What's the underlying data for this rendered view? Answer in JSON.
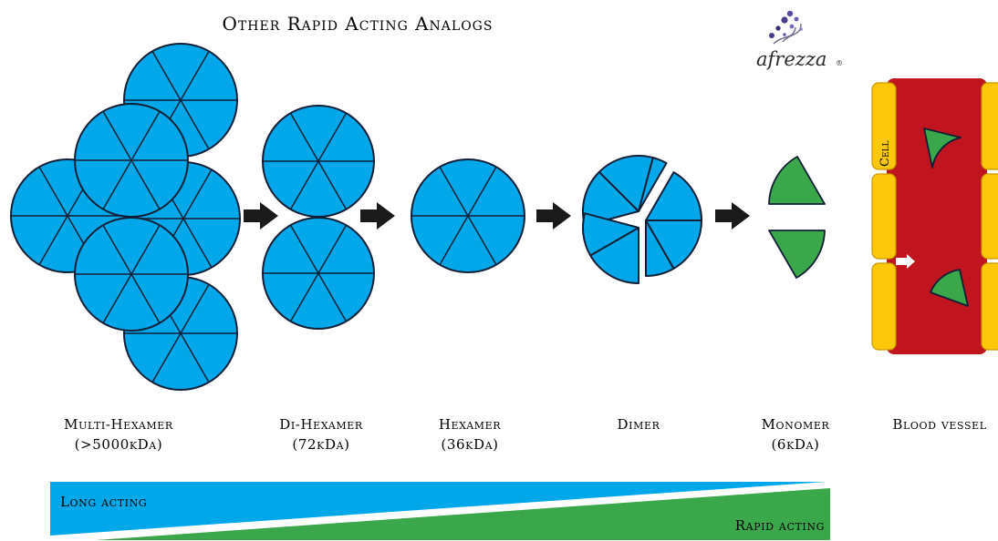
{
  "title": "Other Rapid Acting Analogs",
  "logo": {
    "text": "afrezza",
    "mark": "®"
  },
  "stages": [
    {
      "name": "Multi-Hexamer",
      "size": "(>5000kDa)"
    },
    {
      "name": "Di-Hexamer",
      "size": "(72kDa)"
    },
    {
      "name": "Hexamer",
      "size": "(36kDa)"
    },
    {
      "name": "Dimer",
      "size": ""
    },
    {
      "name": "Monomer",
      "size": "(6kDa)"
    },
    {
      "name": "Blood vessel",
      "size": ""
    }
  ],
  "vessel": {
    "cell_label": "Cell"
  },
  "scale_bar": {
    "top_label": "Long acting",
    "bottom_label": "Rapid acting",
    "colors": {
      "top": "#00a7e9",
      "bottom": "#3aa84a"
    }
  },
  "colors": {
    "hexamer": "#00a7e9",
    "monomer": "#3aa84a",
    "vessel": "#c0151f",
    "cell": "#fdc80c",
    "arrow": "#1a1a1a"
  },
  "icons": [
    "afrezza-logo-icon",
    "right-arrow-icon",
    "insulin-hexamer-icon",
    "insulin-monomer-icon",
    "blood-vessel-icon"
  ]
}
